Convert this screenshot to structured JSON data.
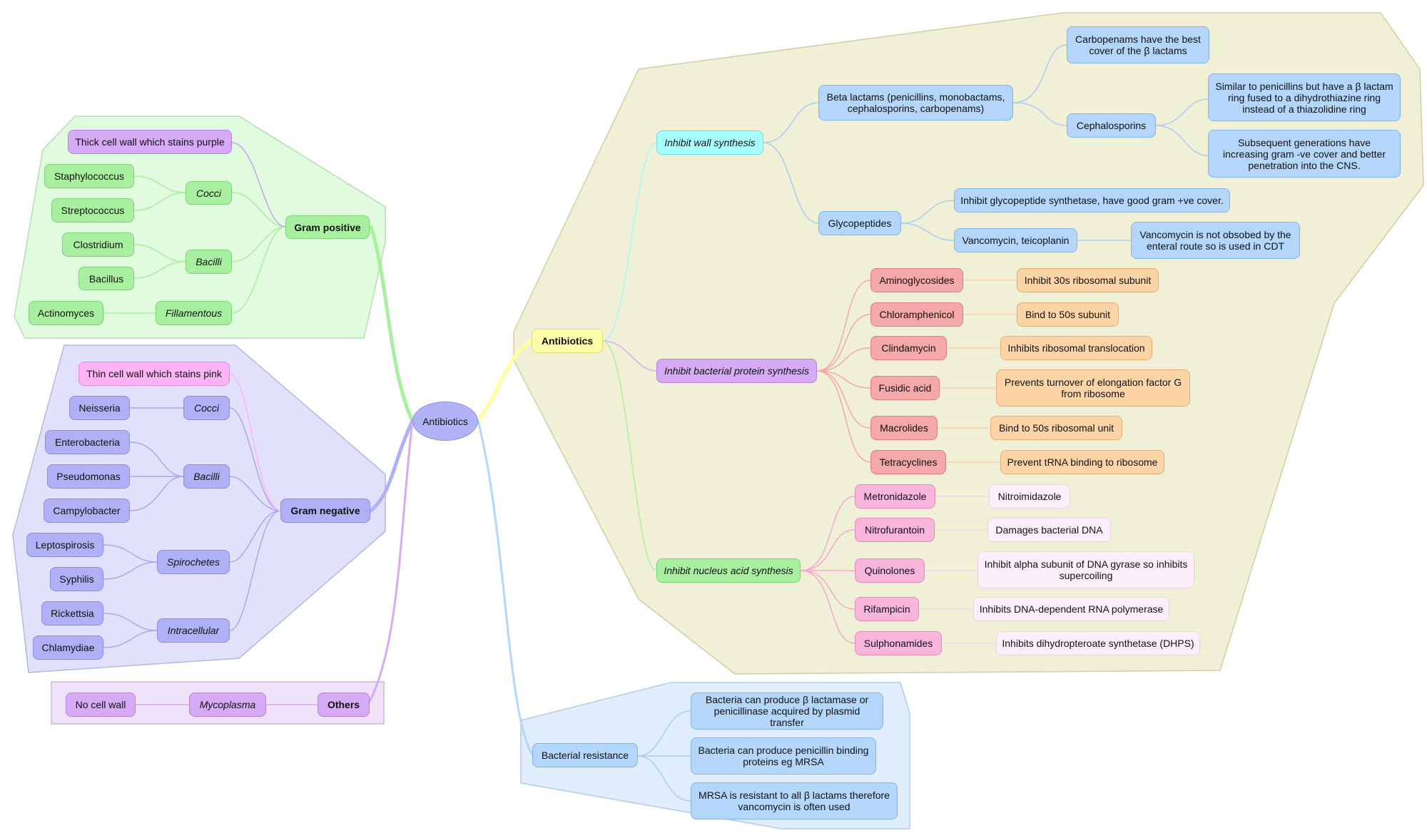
{
  "center": {
    "label": "Antibiotics"
  },
  "gram_positive": {
    "label": "Gram positive",
    "wall": "Thick cell wall which stains purple",
    "cocci": "Cocci",
    "bacilli": "Bacilli",
    "fillamentous": "Fillamentous",
    "staphylococcus": "Staphylococcus",
    "streptococcus": "Streptococcus",
    "clostridium": "Clostridium",
    "bacillus": "Bacillus",
    "actinomyces": "Actinomyces"
  },
  "gram_negative": {
    "label": "Gram negative",
    "wall": "Thin cell wall which stains pink",
    "cocci": "Cocci",
    "bacilli": "Bacilli",
    "spirochetes": "Spirochetes",
    "intracellular": "Intracellular",
    "neisseria": "Neisseria",
    "enterobacteria": "Enterobacteria",
    "pseudomonas": "Pseudomonas",
    "campylobacter": "Campylobacter",
    "leptospirosis": "Leptospirosis",
    "syphilis": "Syphilis",
    "rickettsia": "Rickettsia",
    "chlamydiae": "Chlamydiae"
  },
  "others": {
    "label": "Others",
    "mycoplasma": "Mycoplasma",
    "no_wall": "No cell wall"
  },
  "antibiotics": {
    "label": "Antibiotics",
    "wall_synthesis": {
      "label": "Inhibit wall synthesis",
      "beta_lactams": "Beta lactams (penicillins, monobactams, cephalosporins, carbopenams)",
      "carbopenams_note": "Carbopenams have the best cover of the β lactams",
      "cephalosporins": "Cephalosporins",
      "ceph_note1": "Similar to penicillins but have a β lactam ring fused to a dihydrothiazine ring instead of a thiazolidine ring",
      "ceph_note2": "Subsequent generations have increasing gram -ve cover and better penetration into the CNS.",
      "glycopeptides": "Glycopeptides",
      "glyco_note": "Inhibit glycopeptide synthetase, have good gram +ve cover.",
      "vancomycin": "Vancomycin, teicoplanin",
      "vanc_note": "Vancomycin is not obsobed by the enteral route so is used in CDT"
    },
    "protein_synthesis": {
      "label": "Inhibit bacterial protein synthesis",
      "items": [
        {
          "drug": "Aminoglycosides",
          "action": "Inhibit 30s ribosomal subunit"
        },
        {
          "drug": "Chloramphenicol",
          "action": "Bind to 50s subunit"
        },
        {
          "drug": "Clindamycin",
          "action": "Inhibits ribosomal translocation"
        },
        {
          "drug": "Fusidic acid",
          "action": "Prevents turnover of elongation factor G from ribosome"
        },
        {
          "drug": "Macrolides",
          "action": "Bind to 50s ribosomal unit"
        },
        {
          "drug": "Tetracyclines",
          "action": "Prevent tRNA binding to ribosome"
        }
      ]
    },
    "nucleic_synthesis": {
      "label": "Inhibit nucleus acid synthesis",
      "items": [
        {
          "drug": "Metronidazole",
          "action": "Nitroimidazole"
        },
        {
          "drug": "Nitrofurantoin",
          "action": "Damages bacterial DNA"
        },
        {
          "drug": "Quinolones",
          "action": "Inhibit alpha subunit of DNA gyrase so inhibits supercoiling"
        },
        {
          "drug": "Rifampicin",
          "action": "Inhibits DNA-dependent RNA polymerase"
        },
        {
          "drug": "Sulphonamides",
          "action": "Inhibits dihydropteroate synthetase (DHPS)"
        }
      ]
    }
  },
  "resistance": {
    "label": "Bacterial resistance",
    "items": [
      "Bacteria can produce β lactamase or penicillinase acquired by plasmid transfer",
      "Bacteria can produce penicillin binding proteins eg MRSA",
      "MRSA is resistant to all β lactams therefore vancomycin is often used"
    ]
  },
  "colors": {
    "gram_positive_region": "#e0fbde",
    "gram_negative_region": "#e2e1fc",
    "others_region": "#f1e2fb",
    "antibiotics_region": "#f0f0d6",
    "resistance_region": "#e0edfc"
  }
}
